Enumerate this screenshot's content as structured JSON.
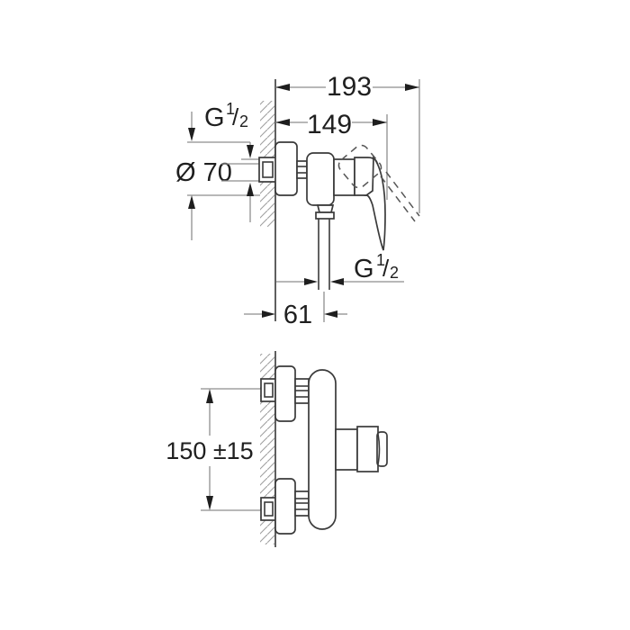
{
  "drawing": {
    "description": "shower-mixer-installation-dimensional-drawing",
    "labels": {
      "total_projection": "193",
      "body_projection": "149",
      "outlet_offset": "61",
      "escutcheon_diameter": "Ø 70",
      "inlet_spacing": "150 ±15",
      "top_thread": {
        "letter": "G",
        "num": "1",
        "slash": "/",
        "den": "2"
      },
      "bottom_thread": {
        "letter": "G",
        "num": "1",
        "slash": "/",
        "den": "2"
      }
    },
    "colors": {
      "background": "#ffffff",
      "outline": "#3a3a3a",
      "dimension_line": "#8e8e8e",
      "text": "#1f1f1f",
      "hatch": "#a0a0a0"
    }
  }
}
